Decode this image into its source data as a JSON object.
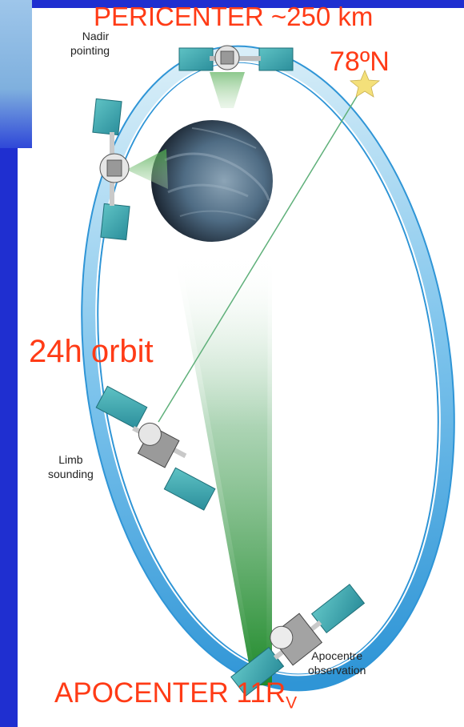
{
  "labels": {
    "pericenter": "PERICENTER ~250 km",
    "latitude": "78ºN",
    "orbit_period": "24h orbit",
    "apocenter": "APOCENTER 11R",
    "apocenter_sub": "V",
    "nadir_line1": "Nadir",
    "nadir_line2": "pointing",
    "limb_line1": "Limb",
    "limb_line2": "sounding",
    "apocentre_obs_line1": "Apocentre",
    "apocentre_obs_line2": "observation"
  },
  "colors": {
    "frame": "#1f2fd0",
    "orbit": "#4ea8e0",
    "red_text": "#ff3b16",
    "beam": "#3e9a3a",
    "star": "#f4e07a"
  }
}
